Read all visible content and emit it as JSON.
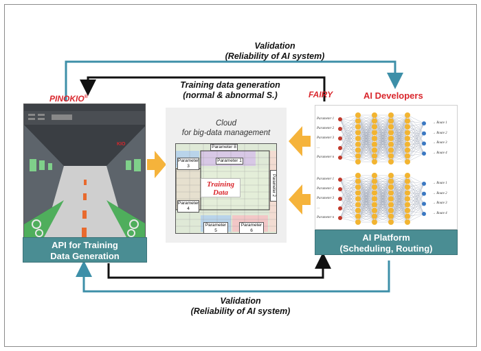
{
  "labels": {
    "validation_top": "Validation",
    "validation_top_sub": "(Reliability of AI system)",
    "training_gen": "Training data  generation",
    "training_gen_sub": "(normal &  abnormal S.)",
    "pinokio": "PINOKIO",
    "pinokio_mark": "®",
    "fairy": "FAIRY",
    "ai_developers": "AI Developers",
    "validation_bottom": "Validation",
    "validation_bottom_sub": "(Reliability of AI system)"
  },
  "left_box": {
    "line1": "API for Training",
    "line2": "Data Generation"
  },
  "right_box": {
    "line1": "AI Platform",
    "line2": "(Scheduling, Routing)"
  },
  "cloud": {
    "title": "Cloud",
    "subtitle": "for big-data management",
    "training_data_1": "Training",
    "training_data_2": "Data",
    "params": [
      "Parameter 8",
      "Parameter 3",
      "Parameter 1",
      "Parameter 4",
      "Parameter 5",
      "Parameter 6",
      "Parameter 2"
    ]
  },
  "network": {
    "inputs": [
      "Parameter 1",
      "Parameter 2",
      "Parameter 3",
      "…",
      "Parameter n"
    ],
    "outputs": [
      "Route 1",
      "Route 2",
      "Route 3",
      "Route 4"
    ]
  },
  "colors": {
    "teal": "#4a8d93",
    "arrow_blue": "#3d8fa8",
    "arrow_orange": "#f5a623",
    "red": "#d9262c"
  }
}
